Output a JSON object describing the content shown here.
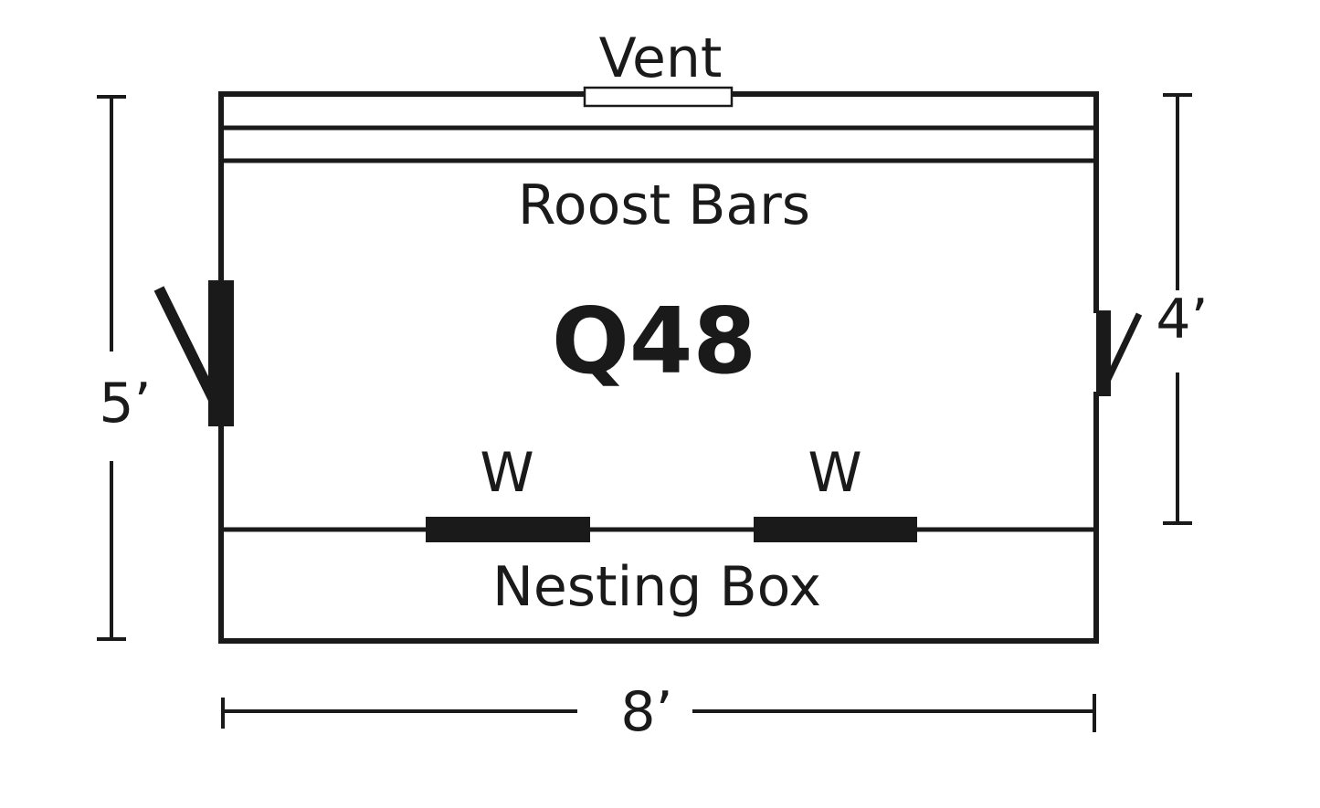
{
  "diagram": {
    "vent_label": "Vent",
    "roost_label": "Roost Bars",
    "model_label": "Q48",
    "window_label_left": "W",
    "window_label_right": "W",
    "nesting_label": "Nesting Box",
    "height_left_label": "5’",
    "height_right_label": "4’",
    "width_label": "8’",
    "colors": {
      "line": "#1a1a1a",
      "background": "#ffffff"
    }
  }
}
